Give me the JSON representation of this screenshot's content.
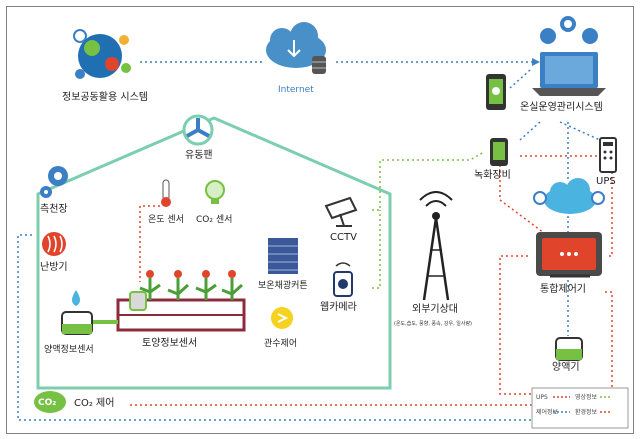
{
  "labels": {
    "info_system": "정보공동활용 시스템",
    "internet": "Internet",
    "greenhouse_system": "온실운영관리시스템",
    "ventilation_fan": "유동팬",
    "weather_station": "측천장",
    "heater": "난방기",
    "nutrient_sensor": "양액정보센서",
    "temp_sensor": "온도 센서",
    "co2_sensor": "CO₂ 센서",
    "insulation_curtain": "보온채광커튼",
    "irrigation_control": "관수제어",
    "soil_sensor": "토양정보센서",
    "cctv": "CCTV",
    "webcam": "웹카메라",
    "external_weather": "외부기상대",
    "external_weather_sub": "(온도,습도, 풍향, 풍속, 강우, 일사량)",
    "recorder": "녹화장비",
    "ups": "UPS",
    "integrated_controller": "통합제어기",
    "nutrient_device": "양액기",
    "co2_control": "CO₂ 제어",
    "co2_badge": "CO₂"
  },
  "legend": {
    "ups_label": "UPS",
    "control_info_label": "제어정보",
    "image_info_label": "영상정보",
    "env_info_label": "환경정보"
  },
  "colors": {
    "house_outline": "#7ccfae",
    "blue_line": "#3b7fc4",
    "red_line": "#e0452b",
    "green_line": "#76c043",
    "bed": "#8b2c3b"
  }
}
